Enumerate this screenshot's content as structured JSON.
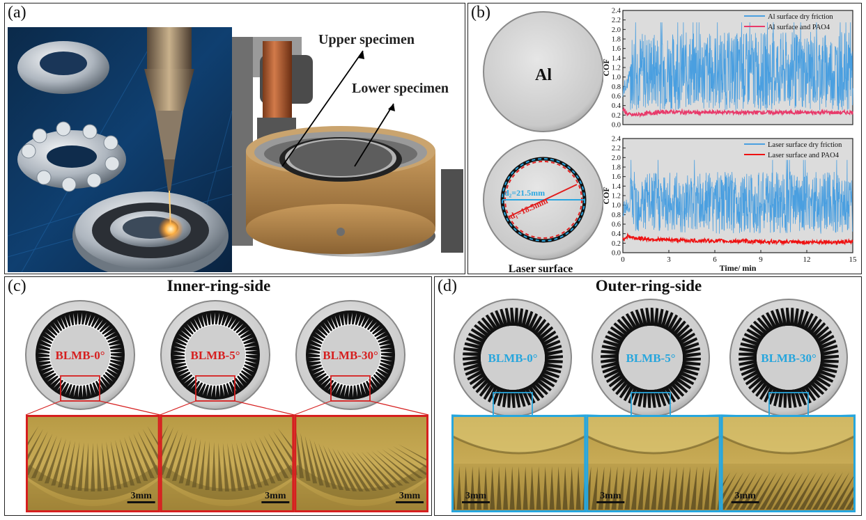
{
  "panels": {
    "a": {
      "label": "(a)",
      "upper": "Upper specimen",
      "lower": "Lower specimen"
    },
    "b": {
      "label": "(b)",
      "disk_al": "Al",
      "disk_laser_caption": "Laser surface",
      "d2": "d₂=21.5mm",
      "d1": "d₁=18.5mm"
    },
    "c": {
      "label": "(c)",
      "title": "Inner-ring-side",
      "disks": [
        "BLMB-0°",
        "BLMB-5°",
        "BLMB-30°"
      ],
      "scale": "3mm",
      "accent": "#d61f1f"
    },
    "d": {
      "label": "(d)",
      "title": "Outer-ring-side",
      "disks": [
        "BLMB-0°",
        "BLMB-5°",
        "BLMB-30°"
      ],
      "scale": "3mm",
      "accent": "#27a6dd"
    }
  },
  "chart_data": [
    {
      "type": "line",
      "xlabel": "",
      "ylabel": "COF",
      "xlim": [
        0,
        15
      ],
      "ylim": [
        0,
        2.4
      ],
      "yticks": [
        "0.0",
        "0.2",
        "0.4",
        "0.6",
        "0.8",
        "1.0",
        "1.2",
        "1.4",
        "1.6",
        "1.8",
        "2.0",
        "2.2",
        "2.4"
      ],
      "legend_position": "top-right",
      "series": [
        {
          "name": "Al surface dry friction",
          "color": "#4a9fe0",
          "band_low": 0.3,
          "band_high": 1.95,
          "peak": 2.15,
          "x": [
            0,
            0.3,
            0.6,
            1,
            2,
            3,
            4,
            5,
            6,
            7,
            8,
            9,
            10,
            11,
            12,
            13,
            14,
            15
          ],
          "mean": [
            0.7,
            0.9,
            1.2,
            1.15,
            1.15,
            1.15,
            1.15,
            1.15,
            1.15,
            1.15,
            1.15,
            1.15,
            1.15,
            1.15,
            1.15,
            1.15,
            1.15,
            1.15
          ]
        },
        {
          "name": "Al surface and PAO4",
          "color": "#e83a6a",
          "x": [
            0,
            0.3,
            0.6,
            1,
            2,
            3,
            4,
            5,
            6,
            7,
            8,
            9,
            10,
            11,
            12,
            13,
            14,
            15
          ],
          "values": [
            0.32,
            0.22,
            0.2,
            0.21,
            0.25,
            0.27,
            0.26,
            0.25,
            0.26,
            0.26,
            0.25,
            0.26,
            0.25,
            0.26,
            0.25,
            0.26,
            0.25,
            0.26
          ]
        }
      ]
    },
    {
      "type": "line",
      "xlabel": "Time/ min",
      "ylabel": "COF",
      "xlim": [
        0,
        15
      ],
      "ylim": [
        0,
        2.4
      ],
      "xticks": [
        "0",
        "3",
        "6",
        "9",
        "12",
        "15"
      ],
      "yticks": [
        "0.0",
        "0.2",
        "0.4",
        "0.6",
        "0.8",
        "1.0",
        "1.2",
        "1.4",
        "1.6",
        "1.8",
        "2.0",
        "2.2",
        "2.4"
      ],
      "legend_position": "top-right",
      "series": [
        {
          "name": "Laser surface dry friction",
          "color": "#4a9fe0",
          "band_low": 0.4,
          "band_high": 1.7,
          "peak": 1.95,
          "x": [
            0,
            0.3,
            0.6,
            1,
            2,
            3,
            4,
            5,
            6,
            7,
            8,
            9,
            10,
            11,
            12,
            13,
            14,
            15
          ],
          "mean": [
            0.9,
            1.0,
            1.0,
            1.0,
            1.0,
            1.0,
            1.0,
            1.0,
            1.0,
            1.0,
            1.0,
            1.0,
            1.0,
            1.0,
            1.0,
            1.0,
            1.0,
            1.0
          ]
        },
        {
          "name": "Laser surface and PAO4",
          "color": "#ee1111",
          "x": [
            0,
            0.3,
            0.6,
            1,
            2,
            3,
            4,
            5,
            6,
            7,
            8,
            9,
            10,
            11,
            12,
            13,
            14,
            15
          ],
          "values": [
            0.28,
            0.35,
            0.32,
            0.3,
            0.28,
            0.27,
            0.26,
            0.25,
            0.25,
            0.24,
            0.24,
            0.23,
            0.23,
            0.22,
            0.22,
            0.23,
            0.22,
            0.23
          ]
        }
      ]
    }
  ]
}
